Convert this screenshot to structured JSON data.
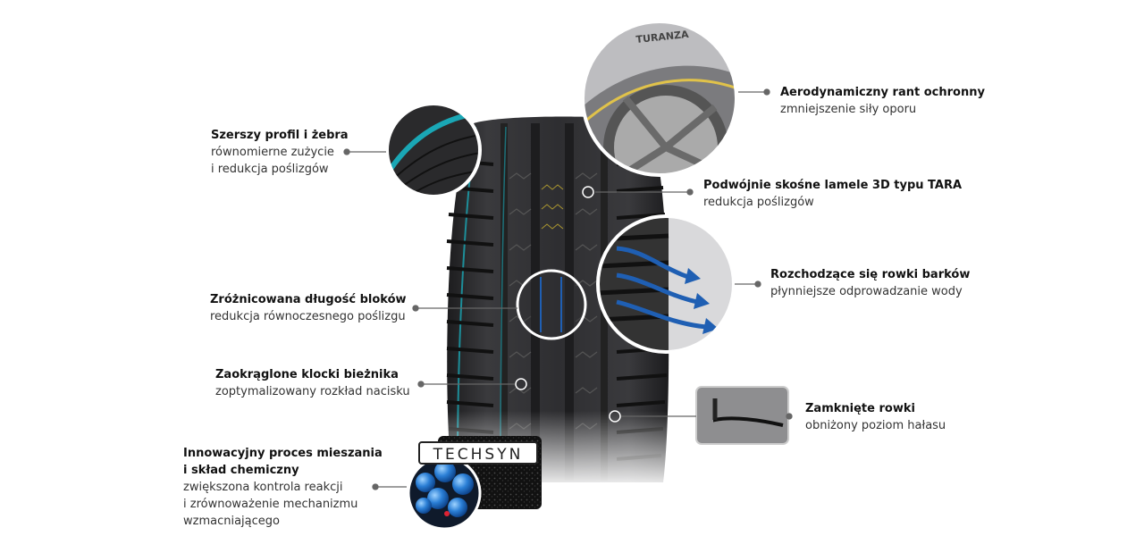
{
  "features": {
    "profile": {
      "title": "Szerszy profil i żebra",
      "desc": [
        "równomierne zużycie",
        "i redukcja poślizgów"
      ]
    },
    "rim": {
      "title": "Aerodynamiczny rant ochronny",
      "desc": [
        "zmniejszenie siły oporu"
      ]
    },
    "sipes": {
      "title": "Podwójnie skośne lamele 3D typu TARA",
      "desc": [
        "redukcja poślizgów"
      ]
    },
    "shoulder": {
      "title": "Rozchodzące się rowki barków",
      "desc": [
        "płynniejsze odprowadzanie wody"
      ]
    },
    "blocks": {
      "title": "Zróżnicowana długość bloków",
      "desc": [
        "redukcja równoczesnego poślizgu"
      ]
    },
    "rounded": {
      "title": "Zaokrąglone klocki bieżnika",
      "desc": [
        "zoptymalizowany rozkład nacisku"
      ]
    },
    "closed": {
      "title": "Zamknięte rowki",
      "desc": [
        "obniżony poziom hałasu"
      ]
    },
    "compound": {
      "title": [
        "Innowacyjny proces mieszania",
        "i skład chemiczny"
      ],
      "desc": [
        "zwiększona kontrola reakcji",
        "i zrównoważenie mechanizmu",
        "wzmacniającego"
      ]
    }
  },
  "brand": {
    "sidewall_text": "TURANZA",
    "techsyn_label": "TECHSYN"
  },
  "colors": {
    "accent_teal": "#1aa7b5",
    "arrow_blue": "#1f5fb3",
    "line_gray": "#666666",
    "tire_dark": "#2b2b2d"
  }
}
